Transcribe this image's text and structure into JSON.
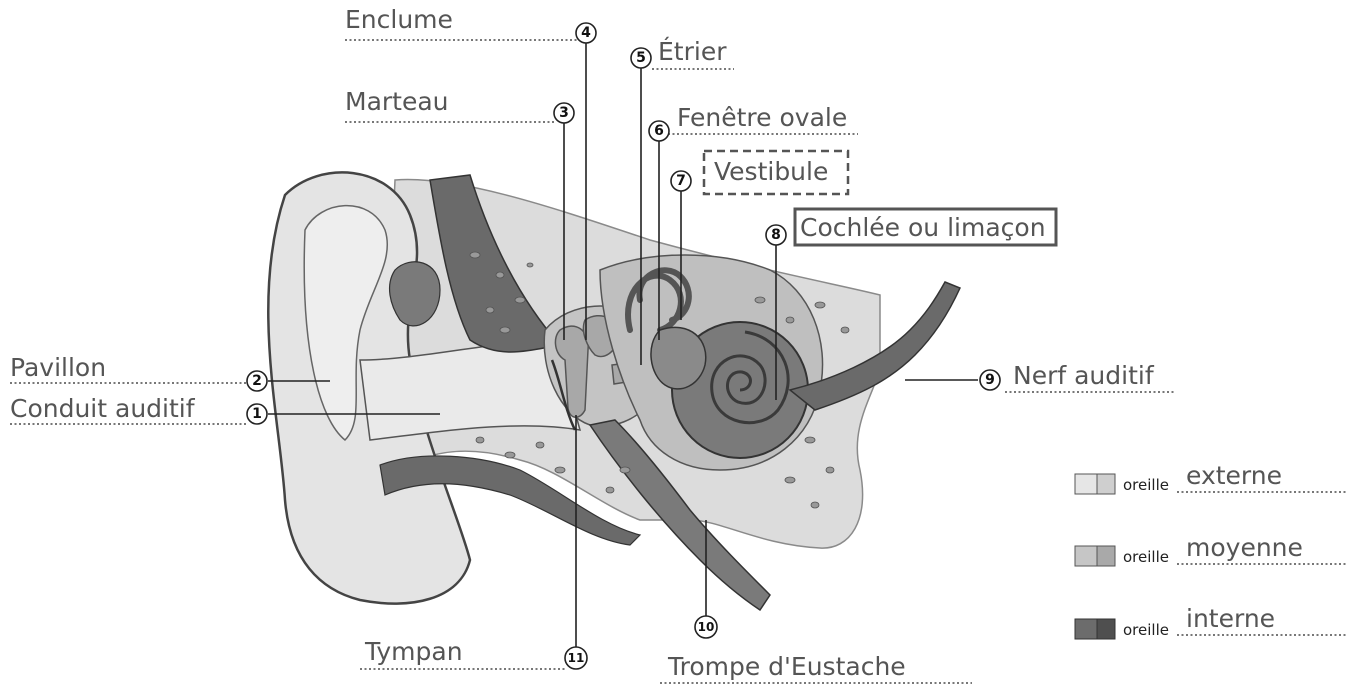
{
  "labels": {
    "enclume": "Enclume",
    "marteau": "Marteau",
    "etrier": "Étrier",
    "fenetre_ovale": "Fenêtre ovale",
    "vestibule": "Vestibule",
    "cochlee": "Cochlée ou limaçon",
    "pavillon": "Pavillon",
    "conduit_auditif": "Conduit auditif",
    "nerf_auditif": "Nerf auditif",
    "tympan": "Tympan",
    "trompe": "Trompe d'Eustache"
  },
  "numbers": {
    "n1": "1",
    "n2": "2",
    "n3": "3",
    "n4": "4",
    "n5": "5",
    "n6": "6",
    "n7": "7",
    "n8": "8",
    "n9": "9",
    "n10": "10",
    "n11": "11"
  },
  "legend": {
    "prefix": "oreille",
    "items": [
      {
        "word": "externe",
        "color_left": "#e6e6e6",
        "color_right": "#cfcfcf"
      },
      {
        "word": "moyenne",
        "color_left": "#c6c6c6",
        "color_right": "#a9a9a9"
      },
      {
        "word": "interne",
        "color_left": "#6c6c6c",
        "color_right": "#4f4f4f"
      }
    ]
  },
  "colors": {
    "outer_ear": "#e2e2e2",
    "middle_ear": "#c4c4c4",
    "inner_ear": "#6a6a6a",
    "label_text": "#555555"
  }
}
